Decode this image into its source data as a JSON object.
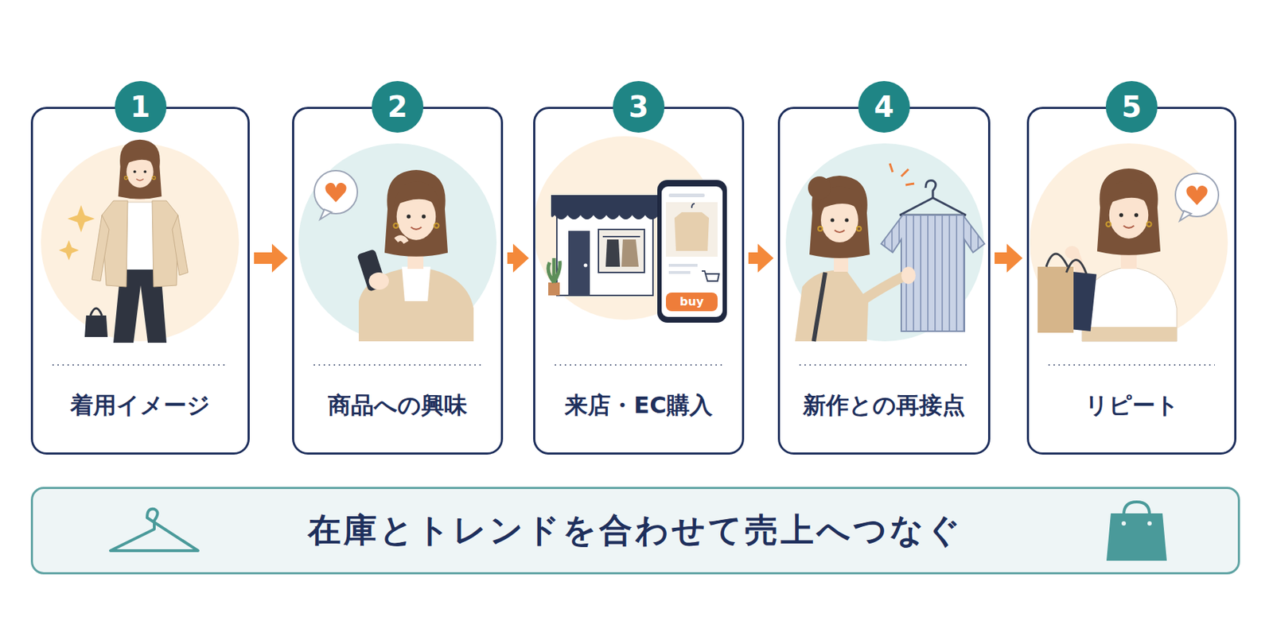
{
  "diagram": {
    "nodes": [
      {
        "text": [
          "1",
          "着用イメージ"
        ]
      },
      {
        "text": [
          "2",
          "商品への興味"
        ]
      },
      {
        "text": [
          "3",
          "来店・EC購入"
        ]
      },
      {
        "text": [
          "4",
          "新作との再接点"
        ]
      },
      {
        "text": [
          "5",
          "リピート"
        ]
      },
      {
        "text": [
          "在庫とトレンドを合わせて売上へつなぐ"
        ]
      }
    ],
    "edges": [
      {
        "from": 0,
        "to": 1,
        "arrow": "to"
      },
      {
        "from": 1,
        "to": 2,
        "arrow": "to"
      },
      {
        "from": 2,
        "to": 3,
        "arrow": "to"
      },
      {
        "from": 3,
        "to": 4,
        "arrow": "to"
      }
    ],
    "labels": [
      "buy"
    ]
  }
}
